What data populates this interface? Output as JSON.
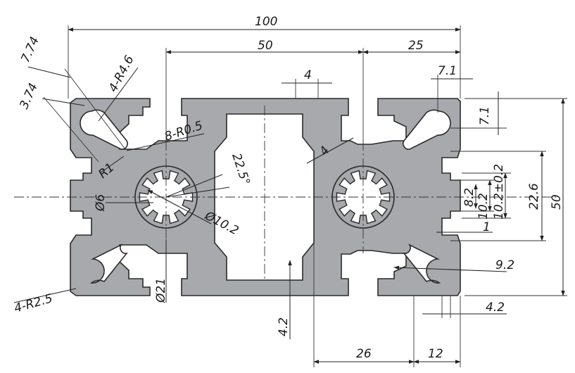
{
  "dimensions": {
    "d100": "100",
    "d50_top": "50",
    "d25": "25",
    "d7_74": "7.74",
    "d4_R4_6": "4-R4.6",
    "d3_74": "3.74",
    "d8_R0_5": "8-R0.5",
    "dR1": "R1",
    "d22_5": "22.5°",
    "dO6": "Ø6",
    "dO10_2": "Ø10.2",
    "dO21": "Ø21",
    "d4_R2_5": "4-R2.5",
    "d4_slot": "4",
    "d4_wall": "4",
    "d4_2_bottom": "4.2",
    "d26": "26",
    "d12": "12",
    "d7_1_top": "7.1",
    "d7_1_side": "7.1",
    "d10_2_tol": "10.2±0.2",
    "d22_6": "22.6",
    "d50_side": "50",
    "d8_2": "8.2",
    "d10_2": "10.2",
    "d1": "1",
    "d9_2": "9.2",
    "d4_2_right": "4.2"
  },
  "colors": {
    "profile_fill": "#a7a9ac",
    "outline": "#2a2a2a"
  }
}
